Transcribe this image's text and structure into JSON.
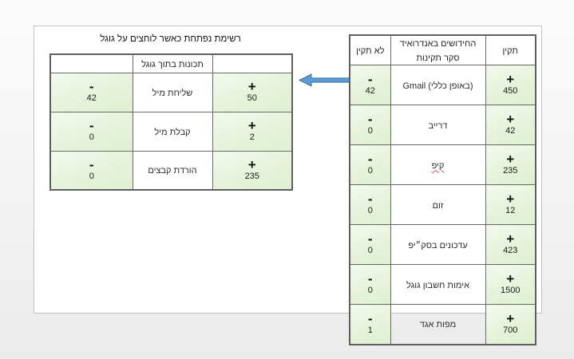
{
  "symbols": {
    "plus": "+",
    "minus": "-"
  },
  "left_table": {
    "title": "רשימת נפתחת כאשר לוחצים על גוגל",
    "header_label": "תכונות בתוך גוגל",
    "rows": [
      {
        "minus": "42",
        "label": "שליחת מיל",
        "plus": "50"
      },
      {
        "minus": "0",
        "label": "קבלת מיל",
        "plus": "2"
      },
      {
        "minus": "0",
        "label": "הורדת קבצים",
        "plus": "235"
      }
    ]
  },
  "right_table": {
    "header": {
      "not_ok": "לא תקין",
      "subject": "החידושים באנדרואיד סקר תקינות",
      "ok": "תקין"
    },
    "rows": [
      {
        "minus": "42",
        "label": "Gmail (באופן כללי)",
        "plus": "450",
        "misspelled": false
      },
      {
        "minus": "0",
        "label": "דרייב",
        "plus": "42",
        "misspelled": false
      },
      {
        "minus": "0",
        "label": "קיפ",
        "plus": "235",
        "misspelled": true
      },
      {
        "minus": "0",
        "label": "זום",
        "plus": "12",
        "misspelled": false
      },
      {
        "minus": "0",
        "label": "עדכונים בסק״יפ",
        "plus": "423",
        "misspelled": false
      },
      {
        "minus": "0",
        "label": "אימות חשבון גוגל",
        "plus": "1500",
        "misspelled": false
      },
      {
        "minus": "1",
        "label": "מפות אגד",
        "plus": "700",
        "misspelled": false
      }
    ]
  },
  "colors": {
    "cell_green": "#e6f3da",
    "arrow_blue": "#5b9bd5",
    "border_gray": "#686868"
  }
}
